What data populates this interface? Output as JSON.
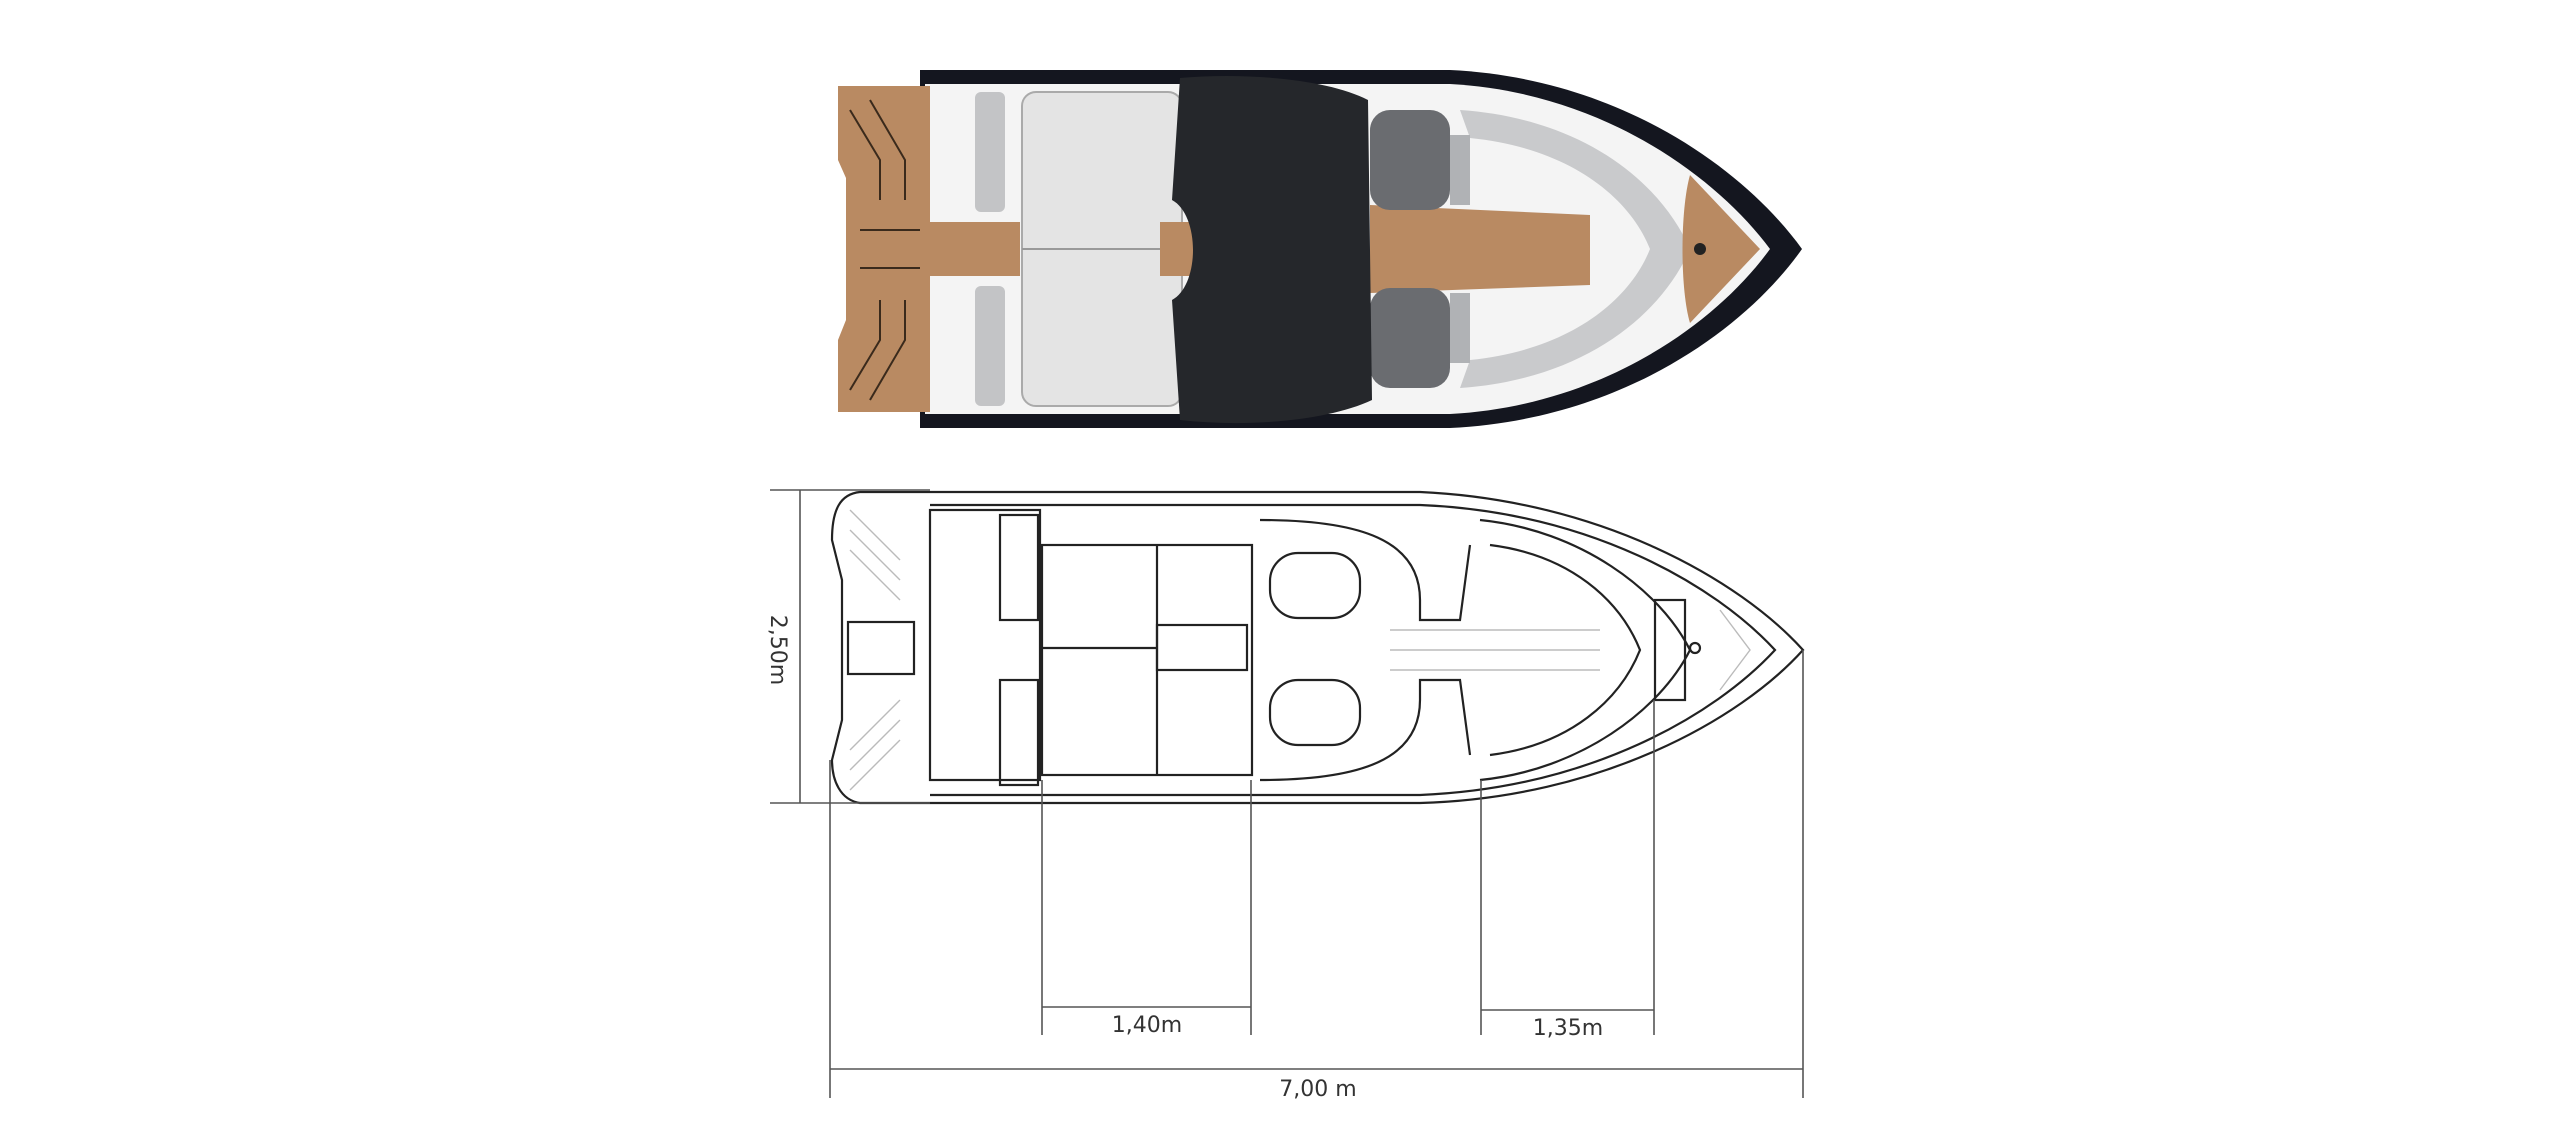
{
  "dimensions": {
    "beam": "2,50m",
    "cockpit_length": "1,40m",
    "bow_length": "1,35m",
    "overall_length": "7,00 m"
  },
  "colors": {
    "hull": "#14161f",
    "teak": "#b98a62",
    "upholstery": "#f2f2f2",
    "canopy": "#25272b",
    "line": "#222222"
  }
}
